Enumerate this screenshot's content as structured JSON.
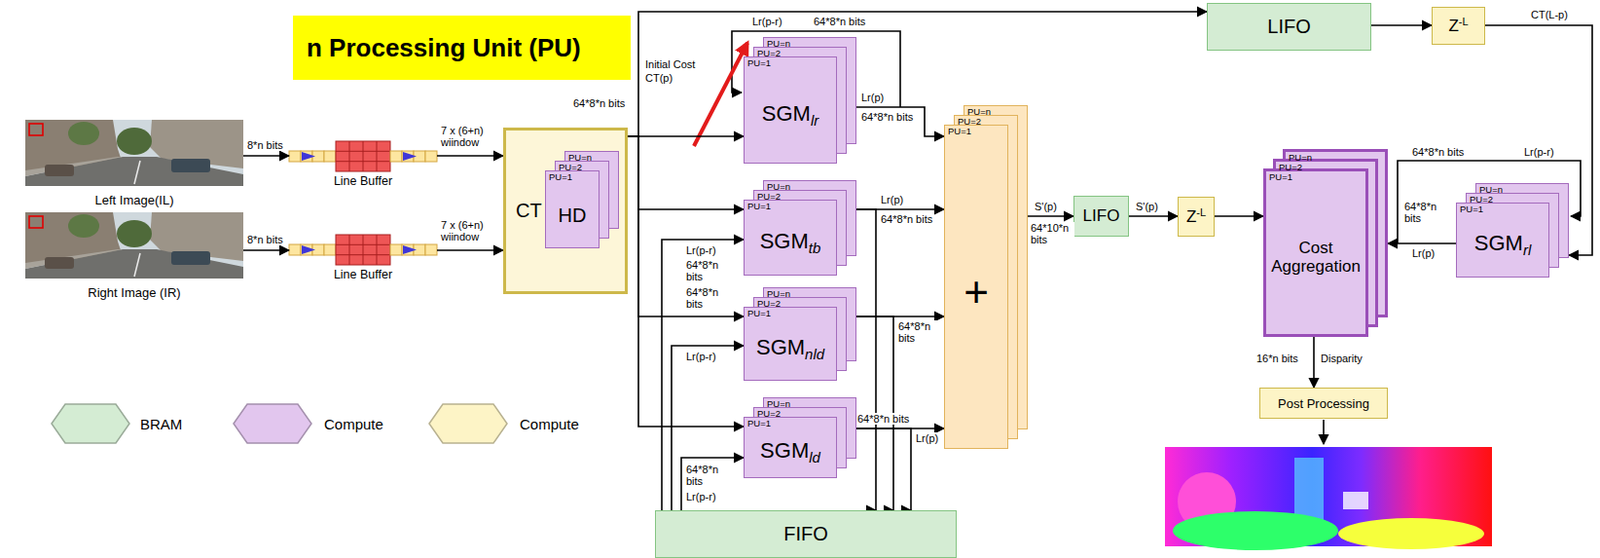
{
  "diagram": {
    "title": "n Processing Unit (PU)",
    "nodes": [
      {
        "text": [
          "Left Image(IL)"
        ]
      },
      {
        "text": [
          "Right Image (IR)"
        ]
      },
      {
        "text": [
          "Line Buffer"
        ]
      },
      {
        "text": [
          "Line Buffer"
        ]
      },
      {
        "text": [
          "CT"
        ]
      },
      {
        "text": [
          "PU=n",
          "PU=2",
          "PU=1",
          "HD"
        ],
        "in": 4
      },
      {
        "text": [
          "PU=n",
          "PU=2",
          "PU=1",
          "SGM",
          "lr"
        ]
      },
      {
        "text": [
          "PU=n",
          "PU=2",
          "PU=1",
          "SGM",
          "tb"
        ]
      },
      {
        "text": [
          "PU=n",
          "PU=2",
          "PU=1",
          "SGM",
          "nld"
        ]
      },
      {
        "text": [
          "PU=n",
          "PU=2",
          "PU=1",
          "SGM",
          "ld"
        ]
      },
      {
        "text": [
          "FIFO"
        ]
      },
      {
        "text": [
          "PU=n",
          "PU=2",
          "PU=1",
          "+"
        ]
      },
      {
        "text": [
          "LIFO"
        ]
      },
      {
        "text": [
          "Z",
          "-L"
        ]
      },
      {
        "text": [
          "LIFO"
        ]
      },
      {
        "text": [
          "Z",
          "-L"
        ]
      },
      {
        "text": [
          "PU=n",
          "PU=2",
          "PU=1",
          "Cost Aggregation"
        ]
      },
      {
        "text": [
          "PU=n",
          "PU=2",
          "PU=1",
          "SGM",
          "rl"
        ]
      },
      {
        "text": [
          "Post Processing"
        ]
      }
    ],
    "edges": [
      {
        "from": 0,
        "to": 2,
        "arrow": "to",
        "label": "8*n bits"
      },
      {
        "from": 1,
        "to": 3,
        "arrow": "to",
        "label": "8*n bits"
      },
      {
        "from": 2,
        "to": 4,
        "arrow": "to",
        "label": "7 x (6+n) wiindow"
      },
      {
        "from": 3,
        "to": 4,
        "arrow": "to",
        "label": "7 x (6+n) wiindow"
      },
      {
        "from": 4,
        "to": 14,
        "arrow": "to"
      },
      {
        "from": 4,
        "to": 6,
        "arrow": "to"
      },
      {
        "from": 4,
        "to": 7,
        "arrow": "to"
      },
      {
        "from": 4,
        "to": 8,
        "arrow": "to"
      },
      {
        "from": 4,
        "to": 9,
        "arrow": "to"
      },
      {
        "from": 10,
        "to": 7,
        "arrow": "to",
        "label": "Lr(p-r)"
      },
      {
        "from": 10,
        "to": 8,
        "arrow": "to",
        "label": "Lr(p-r)"
      },
      {
        "from": 10,
        "to": 9,
        "arrow": "to",
        "label": "Lr(p-r)"
      },
      {
        "from": 6,
        "to": 11,
        "arrow": "to",
        "label": "Lr(p)"
      },
      {
        "from": 7,
        "to": 11,
        "arrow": "to",
        "label": "Lr(p)"
      },
      {
        "from": 8,
        "to": 11,
        "arrow": "to"
      },
      {
        "from": 9,
        "to": 11,
        "arrow": "to",
        "label": "Lr(p)"
      },
      {
        "from": 7,
        "to": 10,
        "arrow": "to"
      },
      {
        "from": 8,
        "to": 10,
        "arrow": "to"
      },
      {
        "from": 9,
        "to": 10,
        "arrow": "to"
      },
      {
        "from": 11,
        "to": 12,
        "arrow": "to",
        "label": "S'(p)"
      },
      {
        "from": 12,
        "to": 13,
        "arrow": "to",
        "label": "S'(p)"
      },
      {
        "from": 13,
        "to": 16,
        "arrow": "to"
      },
      {
        "from": 14,
        "to": 15,
        "arrow": "to"
      },
      {
        "from": 15,
        "to": 17,
        "arrow": "to",
        "label": "CT(L-p)"
      },
      {
        "from": 17,
        "to": 16,
        "arrow": "to",
        "label": "Lr(p)"
      },
      {
        "from": 16,
        "to": 18,
        "arrow": "to",
        "label": "Disparity"
      }
    ],
    "labels": [
      "64*8*n bits",
      "Initial Cost",
      "CT(p)",
      "Lr(p-r)",
      "64*8*n bits",
      "64*8*n bits",
      "64*8*n bits",
      "64*8*n bits",
      "64*8*n bits",
      "64*8*n bits",
      "64*8*n bits",
      "64*8*n bits",
      "64*10*n bits",
      "64*8*n bits",
      "Lr(p-r)",
      "64*8*n bits",
      "16*n bits"
    ],
    "legend": [
      {
        "text": "BRAM",
        "color": "#d4ecd3"
      },
      {
        "text": "Compute",
        "color": "#e2c6ee"
      },
      {
        "text": "Compute",
        "color": "#fdf4c6"
      }
    ]
  }
}
